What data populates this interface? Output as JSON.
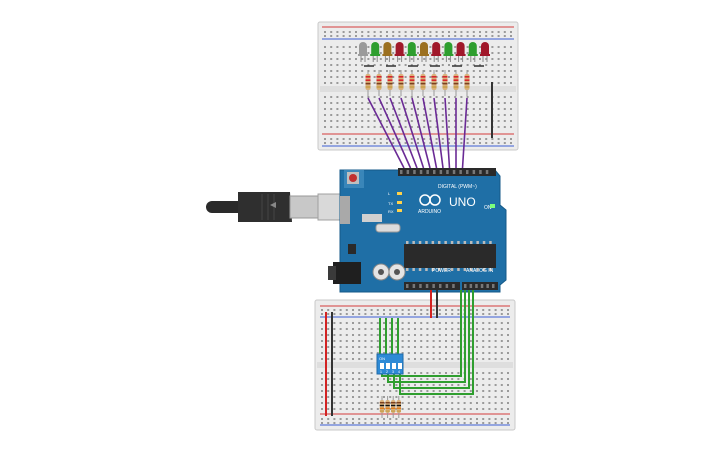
{
  "board": {
    "on_label": "ON",
    "logo_text": "ARDUINO",
    "model_label": "UNO",
    "digital_label": "DIGITAL (PWM~)",
    "power_label": "POWER",
    "analog_label": "ANALOG IN",
    "tx_label": "TX",
    "rx_label": "RX",
    "l_label": "L"
  },
  "dip_switch": {
    "on_label": "ON",
    "positions": [
      "1",
      "2",
      "3",
      "4"
    ]
  },
  "colors": {
    "breadboard": "#eeeeee",
    "rail_red": "#d33b3b",
    "rail_blue": "#3b5ed3",
    "arduino": "#1f6fa6",
    "wire_purple": "#6a2a95",
    "wire_green": "#2f9e2f",
    "wire_red": "#d22222",
    "wire_black": "#333333",
    "led_colors": [
      "#9a9a9a",
      "#2e9e2e",
      "#9b7020",
      "#a0182a",
      "#2e9e2e",
      "#9b7020",
      "#a0182a",
      "#2e9e2e",
      "#a0182a",
      "#2e9e2e",
      "#a0182a"
    ]
  },
  "icons": {
    "usb": "usb-cable-icon",
    "reset": "reset-button-icon",
    "power_jack": "power-jack-icon"
  }
}
